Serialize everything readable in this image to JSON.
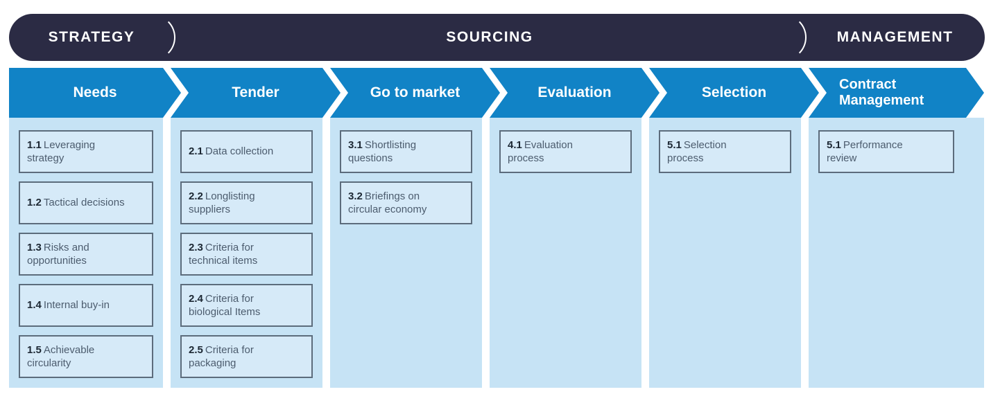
{
  "colors": {
    "phase_bar_navy": "#2b2b44",
    "stage_chevron_blue": "#1183c6",
    "column_light_blue": "#c6e3f5",
    "item_box_bg": "#d6eaf8",
    "item_box_border": "#5c6c7c",
    "text_white": "#ffffff",
    "item_number_dark": "#1c2733",
    "item_text_slate": "#4c5c6e"
  },
  "phases": [
    {
      "label": "STRATEGY"
    },
    {
      "label": "SOURCING"
    },
    {
      "label": "MANAGEMENT"
    }
  ],
  "stages": [
    {
      "label": "Needs",
      "items": [
        {
          "num": "1.1",
          "text": "Leveraging strategy"
        },
        {
          "num": "1.2",
          "text": "Tactical decisions"
        },
        {
          "num": "1.3",
          "text": "Risks and opportunities"
        },
        {
          "num": "1.4",
          "text": "Internal buy-in"
        },
        {
          "num": "1.5",
          "text": "Achievable circularity"
        }
      ]
    },
    {
      "label": "Tender",
      "items": [
        {
          "num": "2.1",
          "text": "Data collection"
        },
        {
          "num": "2.2",
          "text": "Longlisting suppliers"
        },
        {
          "num": "2.3",
          "text": "Criteria for technical items"
        },
        {
          "num": "2.4",
          "text": "Criteria for biological Items"
        },
        {
          "num": "2.5",
          "text": "Criteria for packaging"
        }
      ]
    },
    {
      "label": "Go to market",
      "items": [
        {
          "num": "3.1",
          "text": "Shortlisting questions"
        },
        {
          "num": "3.2",
          "text": "Briefings on circular economy"
        }
      ]
    },
    {
      "label": "Evaluation",
      "items": [
        {
          "num": "4.1",
          "text": "Evaluation process"
        }
      ]
    },
    {
      "label": "Selection",
      "items": [
        {
          "num": "5.1",
          "text": "Selection process"
        }
      ]
    },
    {
      "label": "Contract Management",
      "label_lines": [
        "Contract",
        "Management"
      ],
      "items": [
        {
          "num": "5.1",
          "text": "Performance review"
        }
      ]
    }
  ]
}
